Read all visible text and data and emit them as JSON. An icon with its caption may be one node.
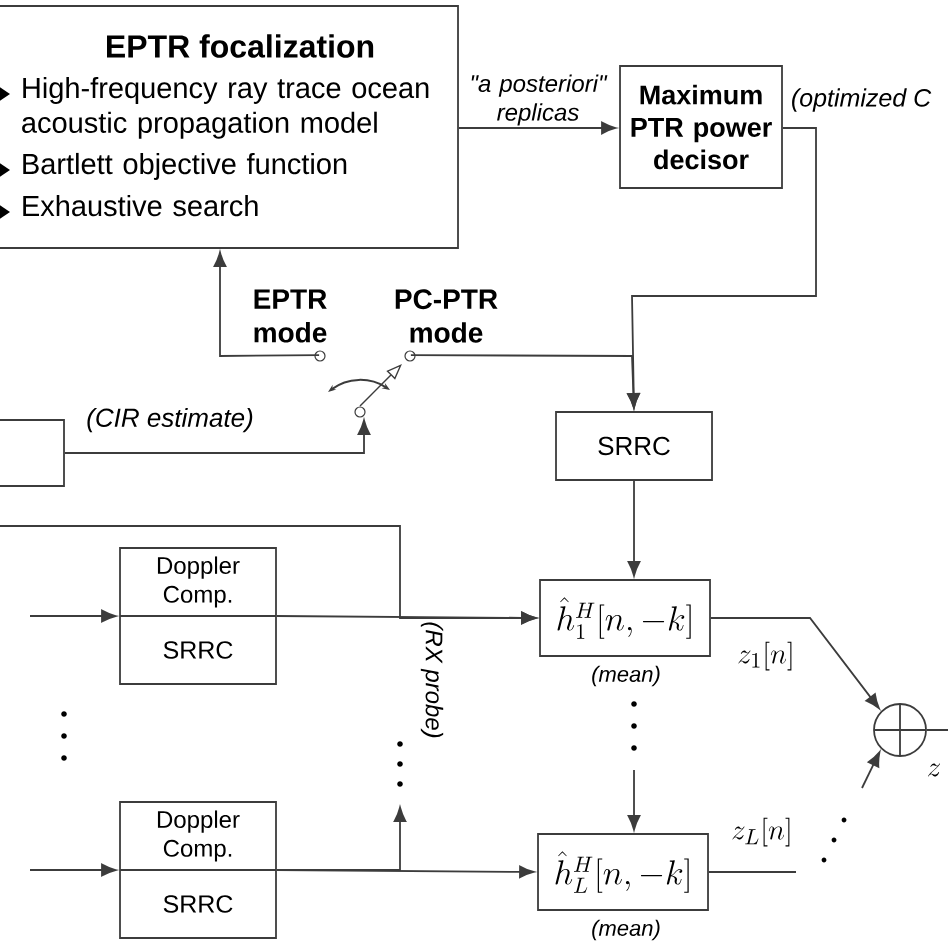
{
  "diagram": {
    "nodes": [
      {
        "text": [
          "EPTR focalization",
          "High-frequency ray trace ocean acoustic propagation model",
          "Bartlett objective function",
          "Exhaustive search"
        ]
      },
      {
        "text": [
          "Maximum PTR power decisor"
        ]
      },
      {
        "text": [],
        "shape": "box"
      },
      {
        "text": [],
        "shape": "switch"
      },
      {
        "text": [
          "SRRC"
        ]
      },
      {
        "text": [
          "Doppler Comp.",
          "SRRC"
        ]
      },
      {
        "text": [
          "Doppler Comp.",
          "SRRC"
        ]
      },
      {
        "text": [
          "\\hat{h}_1^{H}[n,-k]"
        ],
        "beside": [
          "(mean)"
        ]
      },
      {
        "text": [
          "\\hat{h}_L^{H}[n,-k]"
        ],
        "beside": [
          "(mean)"
        ]
      },
      {
        "text": [],
        "shape": "circle"
      }
    ],
    "edges": [
      {
        "from": 0,
        "to": 1,
        "arrow": "to",
        "label": "\"a posteriori\" replicas"
      },
      {
        "from": 1,
        "to": 4,
        "arrow": "to"
      },
      {
        "from": 2,
        "to": 3,
        "arrow": "to",
        "label": "(CIR estimate)"
      },
      {
        "from": 3,
        "to": 0,
        "arrow": "to"
      },
      {
        "from": 3,
        "to": 4,
        "arrow": "to"
      },
      {
        "from": null,
        "to": 5,
        "arrow": "to"
      },
      {
        "from": null,
        "to": 6,
        "arrow": "to"
      },
      {
        "from": 5,
        "to": 7,
        "arrow": "to"
      },
      {
        "from": 6,
        "to": 8,
        "arrow": "to"
      },
      {
        "from": 4,
        "to": 7,
        "arrow": "to"
      },
      {
        "from": null,
        "to": 7,
        "arrow": "to"
      },
      {
        "from": 6,
        "to": null,
        "arrow": "to"
      },
      {
        "from": null,
        "to": 8,
        "arrow": "to"
      },
      {
        "from": 7,
        "to": 9,
        "arrow": "to"
      },
      {
        "from": 8,
        "to": null,
        "arrow": "none"
      },
      {
        "from": null,
        "to": 9,
        "arrow": "to"
      },
      {
        "from": 9,
        "to": null,
        "arrow": "none"
      }
    ],
    "labels": [
      "EPTR mode",
      "PC-PTR mode",
      "(optimized C",
      "(RX probe)",
      "z_1[n]",
      "z_L[n]",
      "z"
    ]
  }
}
